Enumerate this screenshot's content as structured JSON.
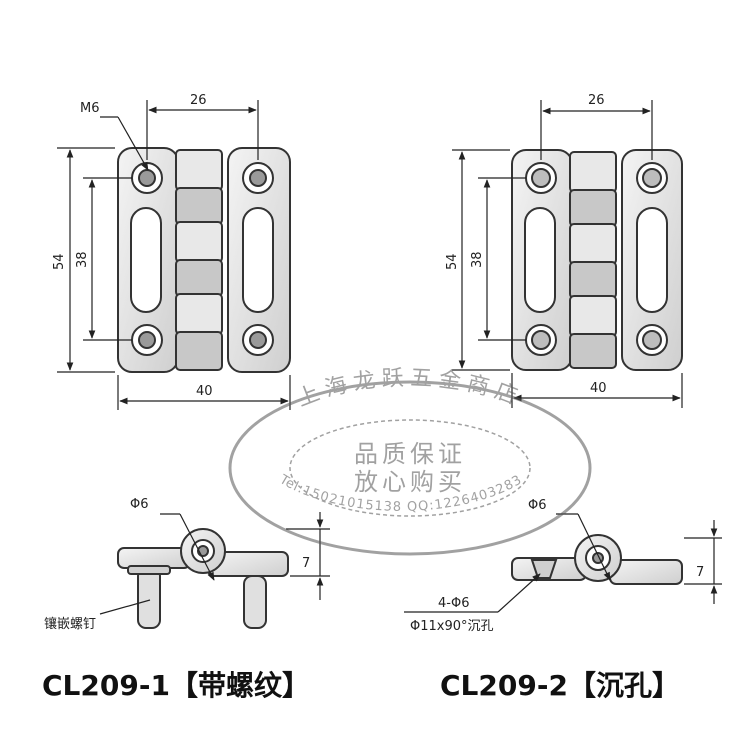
{
  "left_part": {
    "thread_label": "M6",
    "width_top": "26",
    "height_total": "54",
    "hole_spacing": "38",
    "width_bottom": "40",
    "side_hole_dia": "Φ6",
    "side_height": "7",
    "insert_label": "镶嵌螺钉",
    "caption": "CL209-1【带螺纹】"
  },
  "right_part": {
    "width_top": "26",
    "height_total": "54",
    "hole_spacing": "38",
    "width_bottom": "40",
    "side_hole_dia": "Φ6",
    "side_height": "7",
    "hole_count_label": "4-Φ6",
    "countersink_label": "Φ11x90°沉孔",
    "caption": "CL209-2【沉孔】"
  },
  "stamp": {
    "top_text": "上海龙跃五金商店",
    "center_line1": "品质保证",
    "center_line2": "放心购买",
    "bottom_text": "Tel:15021015138 QQ:1226403283"
  }
}
